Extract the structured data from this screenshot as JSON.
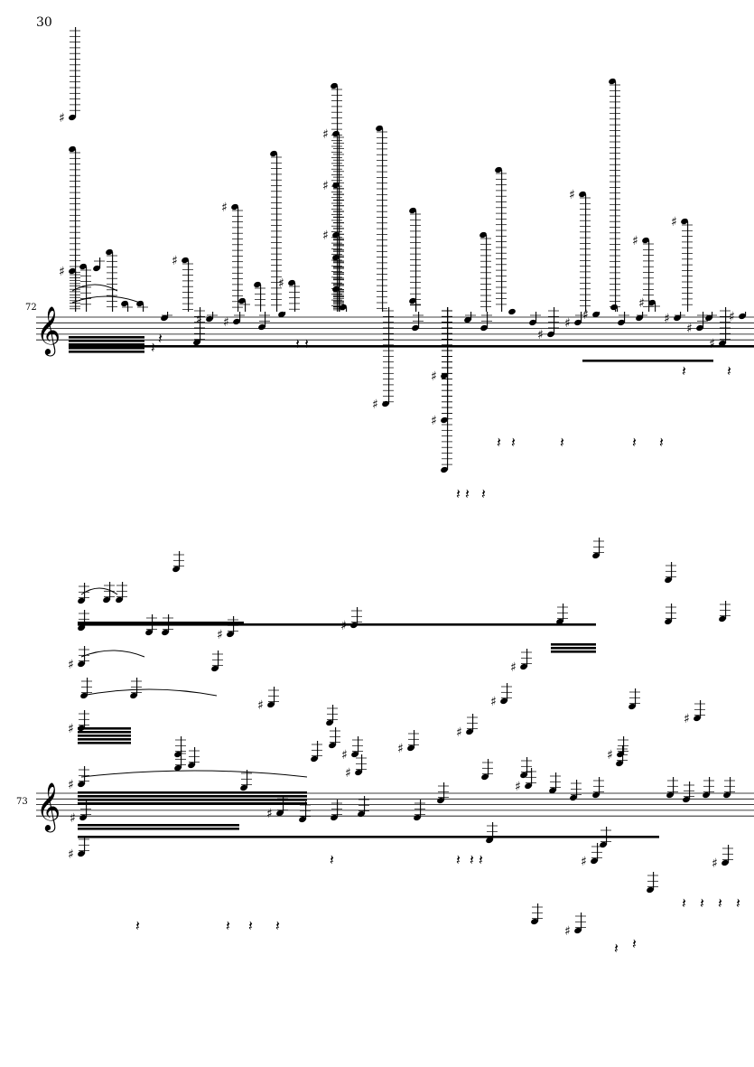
{
  "page_number": "30",
  "systems": [
    {
      "measure_number": "72",
      "clef": "treble"
    },
    {
      "measure_number": "73",
      "clef": "treble"
    }
  ]
}
